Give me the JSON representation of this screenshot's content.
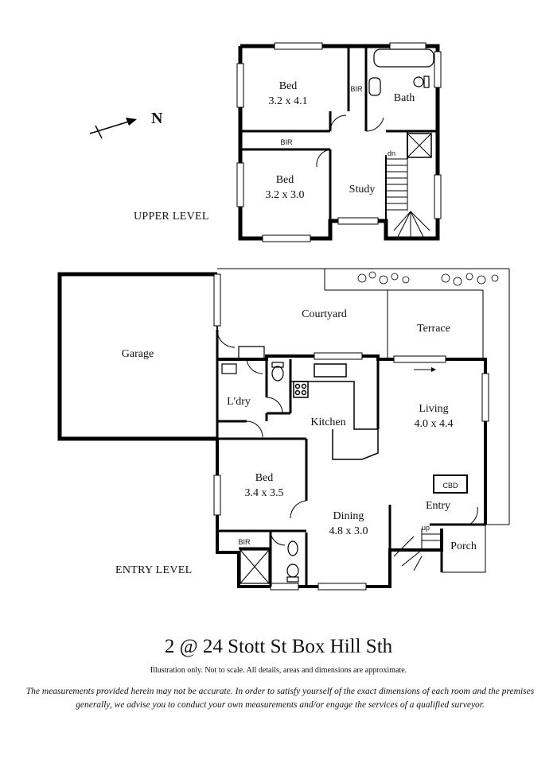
{
  "compass": {
    "label": "N"
  },
  "levels": {
    "upper": "UPPER LEVEL",
    "entry": "ENTRY LEVEL"
  },
  "rooms": {
    "upper_bed1": {
      "name": "Bed",
      "size": "3.2 x 4.1"
    },
    "upper_bed2": {
      "name": "Bed",
      "size": "3.2 x 3.0"
    },
    "bath": "Bath",
    "study": "Study",
    "bir_upper_vertical": "BIR",
    "bir_upper_horizontal": "BIR",
    "stair_dn": "dn",
    "garage": "Garage",
    "courtyard": "Courtyard",
    "terrace": "Terrace",
    "laundry": "L'dry",
    "kitchen": "Kitchen",
    "living": {
      "name": "Living",
      "size": "4.0 x 4.4"
    },
    "entry_bed": {
      "name": "Bed",
      "size": "3.4 x 3.5"
    },
    "dining": {
      "name": "Dining",
      "size": "4.8 x 3.0"
    },
    "entry": "Entry",
    "cbd": "CBD",
    "stair_up": "up",
    "porch": "Porch",
    "bir_entry": "BIR"
  },
  "title": "2 @ 24 Stott St  Box Hill Sth",
  "disclaimer": "Illustration only. Not to scale. All details, areas and dimensions are approximate.",
  "note": "The measurements provided herein may not be accurate. In order to satisfy yourself of the exact dimensions of each room and the premises generally, we advise you to conduct your own measurements and/or engage the services of a qualified surveyor.",
  "colors": {
    "wall": "#000000",
    "line": "#333333",
    "background": "#ffffff"
  }
}
